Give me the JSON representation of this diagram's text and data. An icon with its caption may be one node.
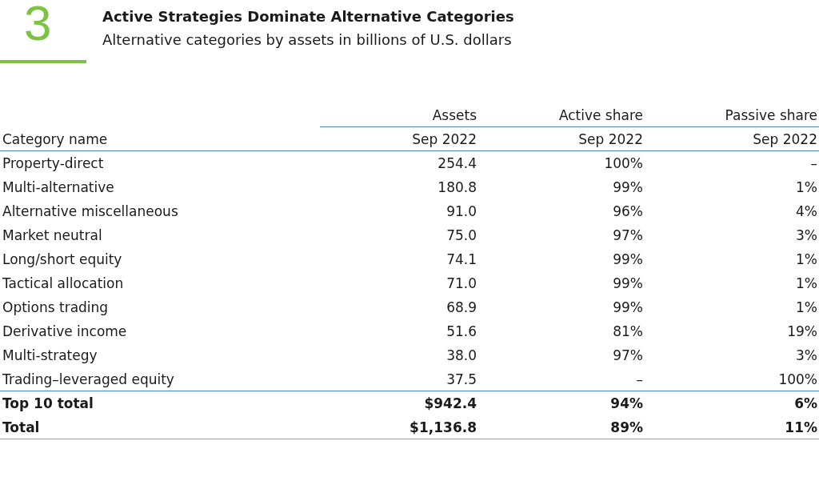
{
  "diagram": {
    "title": "Active Strategies Dominate Alternative Categories",
    "labels": [
      "3",
      "Alternative categories by assets in billions of U.S. dollars",
      "Assets",
      "Active share",
      "Passive share",
      "Category name",
      "Sep 2022",
      "Sep 2022",
      "Sep 2022",
      "Property-direct",
      "254.4",
      "100%",
      "–",
      "Multi-alternative",
      "180.8",
      "99%",
      "1%",
      "Alternative miscellaneous",
      "91.0",
      "96%",
      "4%",
      "Market neutral",
      "75.0",
      "97%",
      "3%",
      "Long/short equity",
      "74.1",
      "99%",
      "1%",
      "Tactical allocation",
      "71.0",
      "99%",
      "1%",
      "Options trading",
      "68.9",
      "99%",
      "1%",
      "Derivative income",
      "51.6",
      "81%",
      "19%",
      "Multi-strategy",
      "38.0",
      "97%",
      "3%",
      "Trading–leveraged equity",
      "37.5",
      "–",
      "100%",
      "Top 10 total",
      "$942.4",
      "94%",
      "6%",
      "Total",
      "$1,136.8",
      "89%",
      "11%"
    ]
  }
}
